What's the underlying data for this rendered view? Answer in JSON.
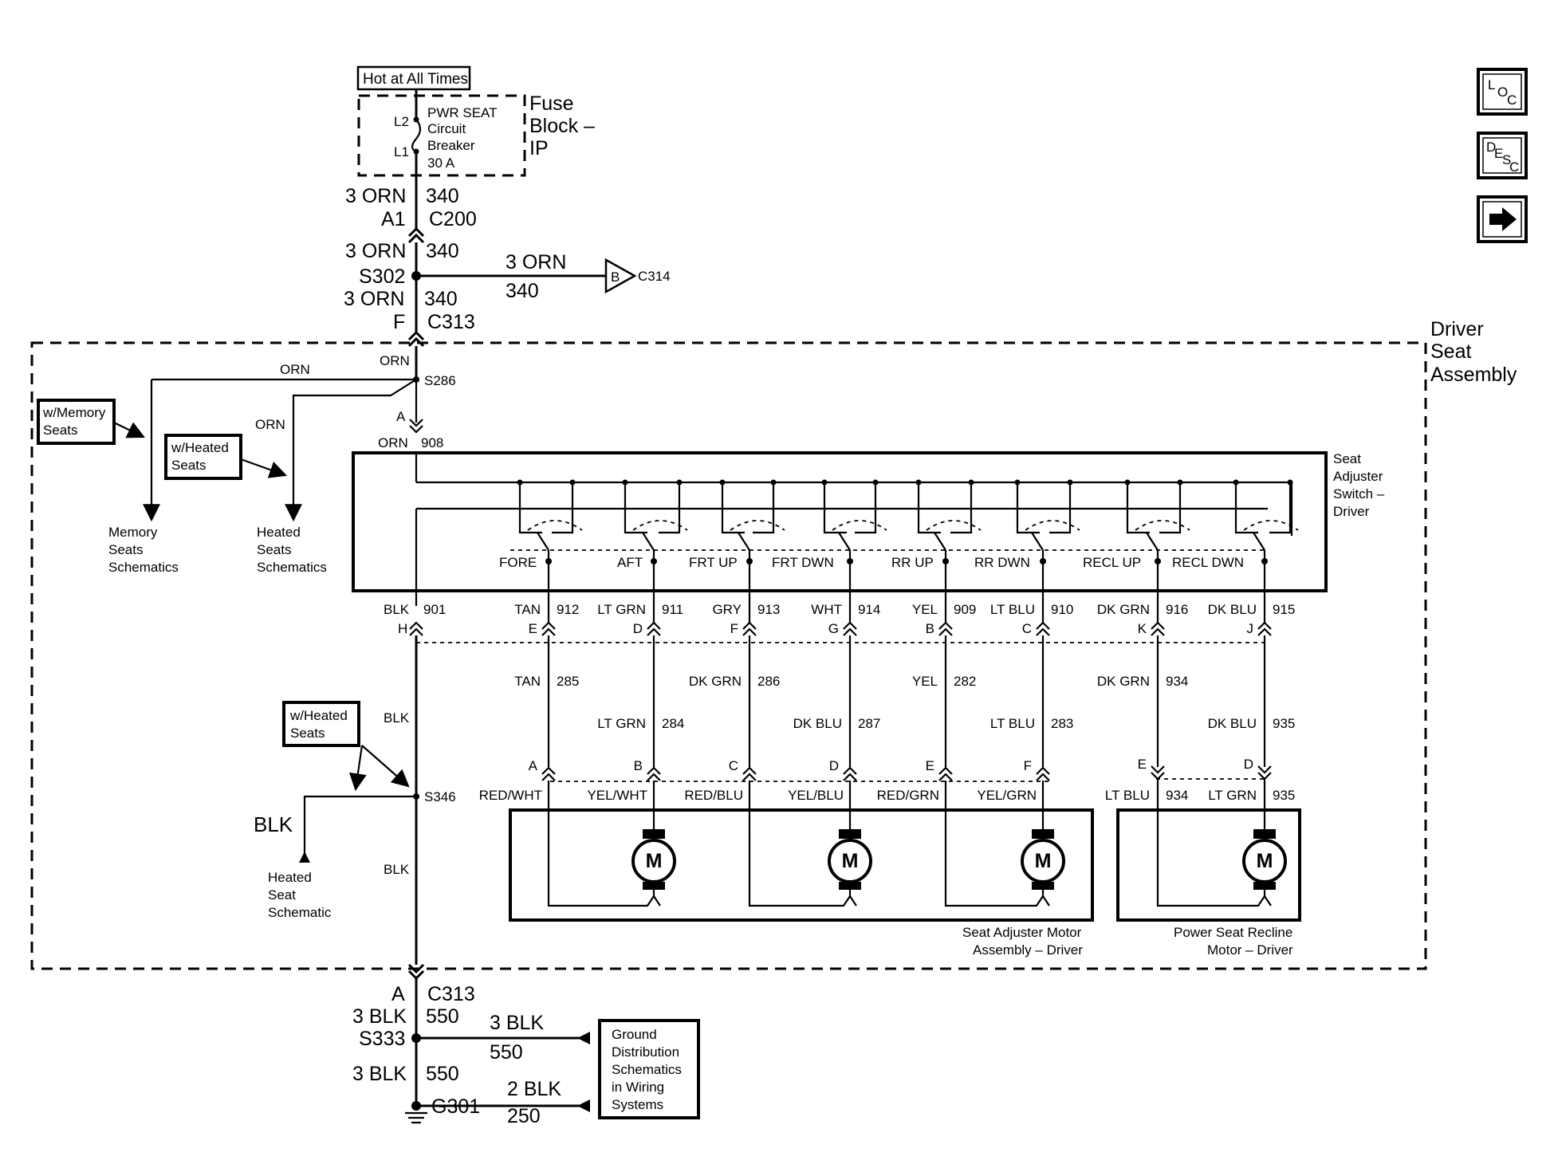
{
  "labels": {
    "hot": "Hot at All Times",
    "fuse_line1": "PWR SEAT",
    "fuse_line2": "Circuit",
    "fuse_line3": "Breaker",
    "fuse_line4": "30 A",
    "fuse_block_1": "Fuse",
    "fuse_block_2": "Block –",
    "fuse_block_3": "IP",
    "l2": "L2",
    "l1": "L1",
    "w1_color": "3 ORN",
    "w1_num": "340",
    "c200_pin": "A1",
    "c200": "C200",
    "w2_color": "3 ORN",
    "w2_num": "340",
    "s302": "S302",
    "w3_color": "3 ORN",
    "w3_num": "340",
    "c313_pin": "F",
    "c313": "C313",
    "br_color": "3 ORN",
    "br_num": "340",
    "c314_pin": "B",
    "c314": "C314",
    "dsa_1": "Driver",
    "dsa_2": "Seat",
    "dsa_3": "Assembly",
    "orn_top": "ORN",
    "s286": "S286",
    "orn_mem": "ORN",
    "orn_heat": "ORN",
    "sw_pin_a": "A",
    "sw_color": "ORN",
    "sw_num": "908",
    "mem_tag_1": "w/Memory",
    "mem_tag_2": "Seats",
    "heat_tag_1": "w/Heated",
    "heat_tag_2": "Seats",
    "mem_ref_1": "Memory",
    "mem_ref_2": "Seats",
    "mem_ref_3": "Schematics",
    "heat_ref_1": "Heated",
    "heat_ref_2": "Seats",
    "heat_ref_3": "Schematics",
    "switch_name_1": "Seat",
    "switch_name_2": "Adjuster",
    "switch_name_3": "Switch –",
    "switch_name_4": "Driver",
    "blk_901_color": "BLK",
    "blk_901_num": "901",
    "blk_901_pin": "H",
    "blk_mid": "BLK",
    "blk_low": "BLK",
    "s346": "S346",
    "heat2_tag_1": "w/Heated",
    "heat2_tag_2": "Seats",
    "heat_blk": "BLK",
    "heat_seat_1": "Heated",
    "heat_seat_2": "Seat",
    "heat_seat_3": "Schematic",
    "motor_a_1": "Seat Adjuster Motor",
    "motor_a_2": "Assembly – Driver",
    "motor_b_1": "Power Seat Recline",
    "motor_b_2": "Motor – Driver",
    "c313b_pin": "A",
    "c313b": "C313",
    "g1_color": "3 BLK",
    "g1_num": "550",
    "s333": "S333",
    "g2_color": "3 BLK",
    "g2_num": "550",
    "g301": "G301",
    "gb1_color": "3 BLK",
    "gb1_num": "550",
    "gb2_color": "2 BLK",
    "gb2_num": "250",
    "gnd_ref_1": "Ground",
    "gnd_ref_2": "Distribution",
    "gnd_ref_3": "Schematics",
    "gnd_ref_4": "in Wiring",
    "gnd_ref_5": "Systems"
  },
  "switch_positions": [
    "FORE",
    "AFT",
    "FRT UP",
    "FRT DWN",
    "RR UP",
    "RR DWN",
    "RECL UP",
    "RECL DWN"
  ],
  "switch_outputs": [
    {
      "color": "TAN",
      "num": "912",
      "pin": "E"
    },
    {
      "color": "LT GRN",
      "num": "911",
      "pin": "D"
    },
    {
      "color": "GRY",
      "num": "913",
      "pin": "F"
    },
    {
      "color": "WHT",
      "num": "914",
      "pin": "G"
    },
    {
      "color": "YEL",
      "num": "909",
      "pin": "B"
    },
    {
      "color": "LT BLU",
      "num": "910",
      "pin": "C"
    },
    {
      "color": "DK GRN",
      "num": "916",
      "pin": "K"
    },
    {
      "color": "DK BLU",
      "num": "915",
      "pin": "J"
    }
  ],
  "harness_wires": [
    {
      "color": "TAN",
      "num": "285"
    },
    {
      "color": "LT GRN",
      "num": "284"
    },
    {
      "color": "DK GRN",
      "num": "286"
    },
    {
      "color": "DK BLU",
      "num": "287"
    },
    {
      "color": "YEL",
      "num": "282"
    },
    {
      "color": "LT BLU",
      "num": "283"
    },
    {
      "color": "DK GRN",
      "num": "934"
    },
    {
      "color": "DK BLU",
      "num": "935"
    }
  ],
  "motor_pins": [
    {
      "pin": "A",
      "color": "RED/WHT"
    },
    {
      "pin": "B",
      "color": "YEL/WHT"
    },
    {
      "pin": "C",
      "color": "RED/BLU"
    },
    {
      "pin": "D",
      "color": "YEL/BLU"
    },
    {
      "pin": "E",
      "color": "RED/GRN"
    },
    {
      "pin": "F",
      "color": "YEL/GRN"
    }
  ],
  "recline_pins": [
    {
      "pin": "E",
      "color": "LT BLU",
      "num": "934"
    },
    {
      "pin": "D",
      "color": "LT GRN",
      "num": "935"
    }
  ],
  "motor_symbol": "M",
  "nav": {
    "loc_1": "L",
    "loc_2": "O",
    "loc_3": "C",
    "desc_1": "D",
    "desc_2": "E",
    "desc_3": "S",
    "desc_4": "C",
    "next_icon": "arrow-right-icon"
  }
}
